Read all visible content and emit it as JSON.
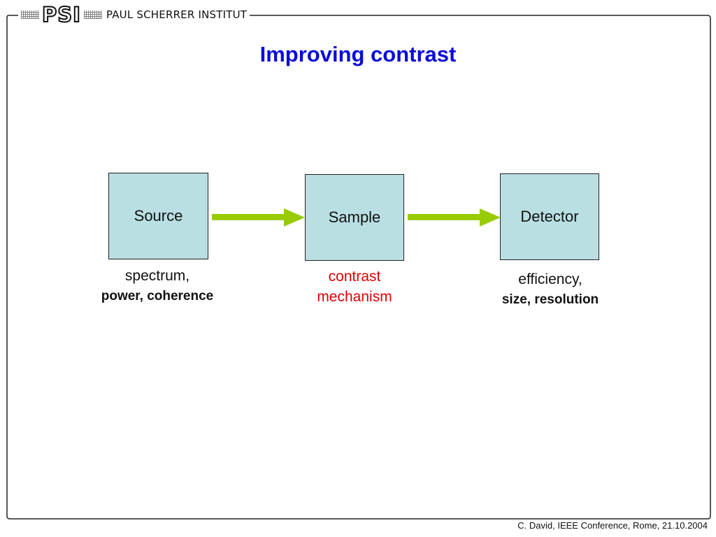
{
  "header": {
    "logo_mark": "PSI",
    "institute_name": "PAUL SCHERRER INSTITUT"
  },
  "title": "Improving contrast",
  "diagram": {
    "nodes": [
      {
        "label": "Source",
        "caption_line1": "spectrum,",
        "caption_line2": "power, coherence"
      },
      {
        "label": "Sample",
        "caption_line1": "contrast",
        "caption_line2": "mechanism"
      },
      {
        "label": "Detector",
        "caption_line1": "efficiency,",
        "caption_line2": "size, resolution"
      }
    ],
    "arrow_color": "#99cc00",
    "box_color": "#b9dfe3",
    "title_color": "#0b0bd9",
    "highlight_color": "#e00000"
  },
  "footer": "C. David, IEEE Conference, Rome, 21.10.2004"
}
